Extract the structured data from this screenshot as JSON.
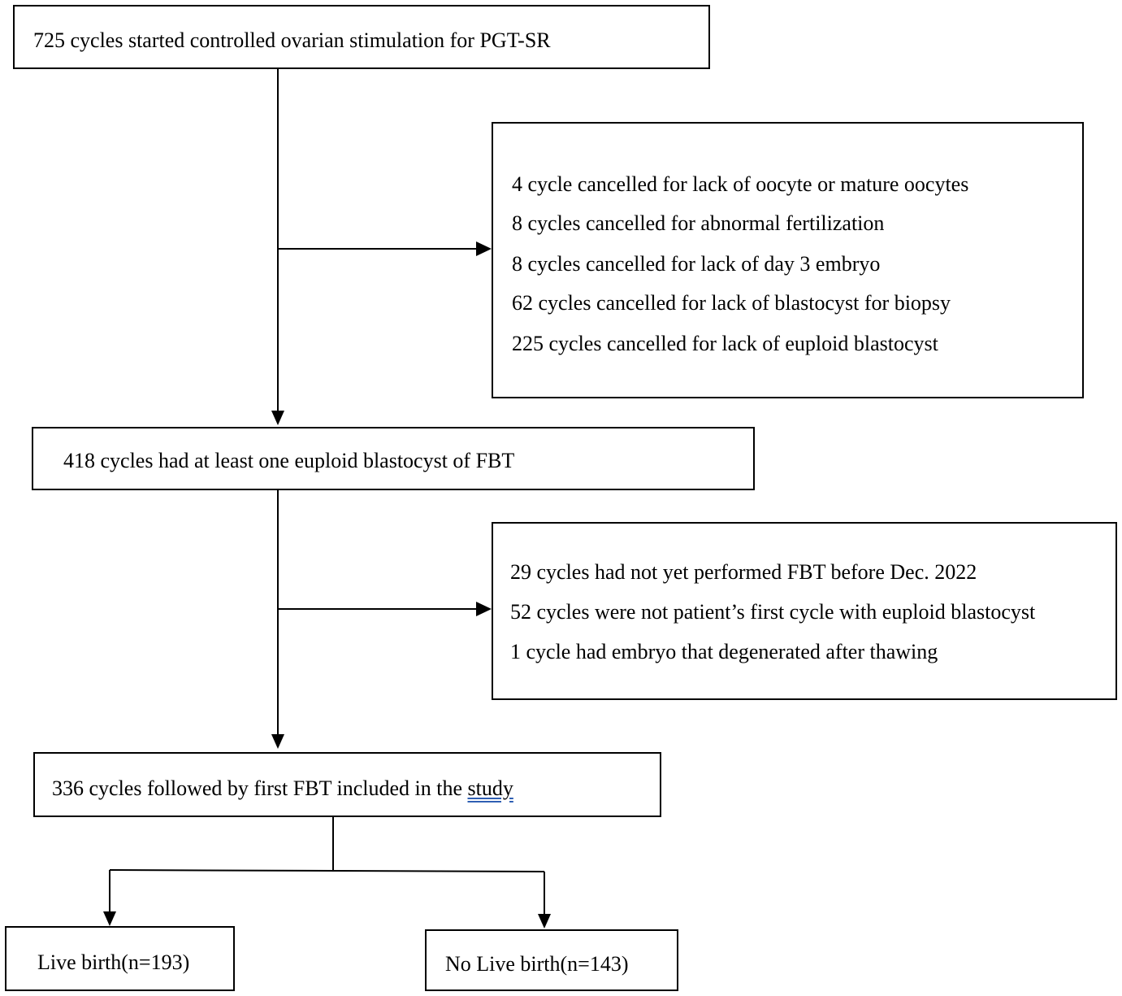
{
  "flowchart": {
    "start": {
      "text": "725 cycles started controlled ovarian stimulation for PGT-SR"
    },
    "exclusion_1": {
      "lines": [
        "4 cycle cancelled for lack of oocyte or mature oocytes",
        "8 cycles cancelled for abnormal fertilization",
        "8 cycles cancelled for lack of day 3 embryo",
        "62 cycles cancelled for lack of blastocyst for biopsy",
        "225 cycles cancelled for lack of euploid blastocyst"
      ]
    },
    "step_2": {
      "text": "418 cycles had at least one euploid blastocyst of FBT"
    },
    "exclusion_2": {
      "lines": [
        "29 cycles had not yet performed FBT before Dec. 2022",
        "52 cycles were not patient’s first cycle with euploid blastocyst",
        "1 cycle had embryo that degenerated after thawing"
      ]
    },
    "included": {
      "text_prefix": "336 cycles followed by first FBT included in the ",
      "text_underlined": "study"
    },
    "outcome_live_birth": {
      "text": "Live birth(n=193)"
    },
    "outcome_no_live_birth": {
      "text": "No Live birth(n=143)"
    }
  }
}
